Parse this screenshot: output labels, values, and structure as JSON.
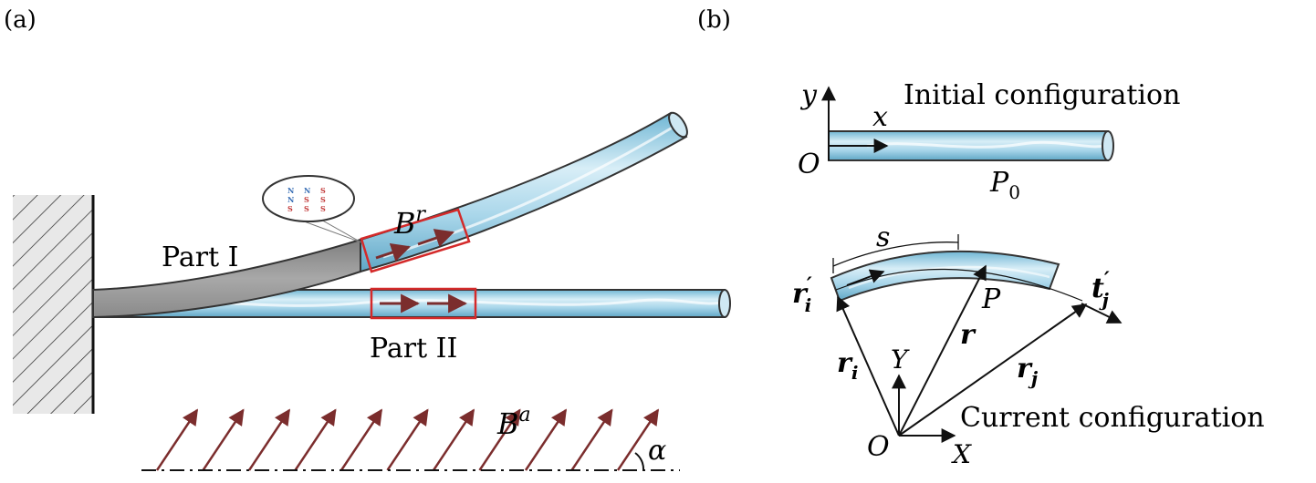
{
  "panel_a": {
    "label": "(a)",
    "label_letter": "a",
    "part_i": "Part I",
    "part_ii": "Part II",
    "residual_field": "B",
    "residual_field_sup": "r",
    "applied_field": "B",
    "applied_field_sup": "a",
    "angle": "α",
    "magnet_labels": [
      "N",
      "N",
      "S",
      "N",
      "S",
      "S",
      "S",
      "S",
      "S"
    ]
  },
  "panel_b": {
    "label": "(b)",
    "label_letter": "b",
    "initial_configuration": "Initial configuration",
    "current_configuration": "Current configuration",
    "axis_y": "y",
    "axis_x": "x",
    "origin_initial": "O",
    "point_initial": "P",
    "point_initial_sub": "0",
    "arc_length": "s",
    "r_i_prime": "r",
    "r_i_prime_sub": "i",
    "t_j_prime": "t",
    "t_j_prime_sub": "j",
    "point_current": "P",
    "r_vector": "r",
    "r_i": "r",
    "r_i_sub": "i",
    "r_j": "r",
    "r_j_sub": "j",
    "axis_Y": "Y",
    "axis_X": "X",
    "origin_current": "O"
  },
  "colors": {
    "fluid": "#a9d6ea",
    "tube_edge": "#3a3a3a",
    "gray_beam": "#9a9a9a",
    "arrow_red": "#7b2d2d",
    "highlight_box": "#d42a2a"
  }
}
